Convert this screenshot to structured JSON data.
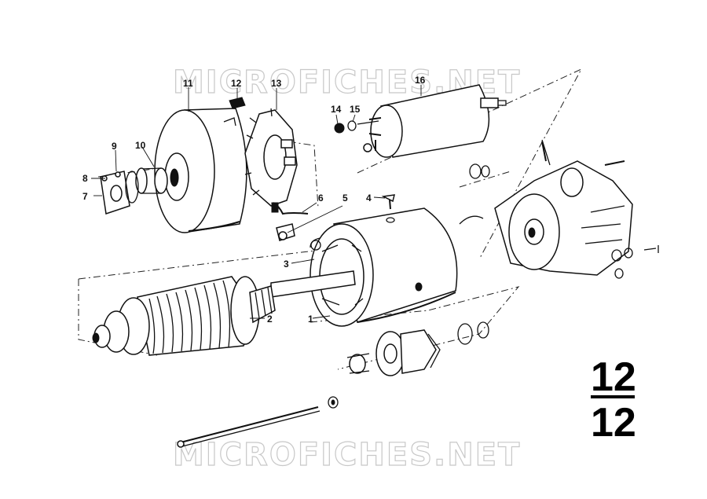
{
  "watermark": "MICROFICHES.NET",
  "group_number": {
    "top": "12",
    "bottom": "12"
  },
  "callouts": [
    "1",
    "2",
    "3",
    "4",
    "5",
    "6",
    "7",
    "8",
    "9",
    "10",
    "11",
    "12",
    "13",
    "14",
    "15",
    "16"
  ]
}
